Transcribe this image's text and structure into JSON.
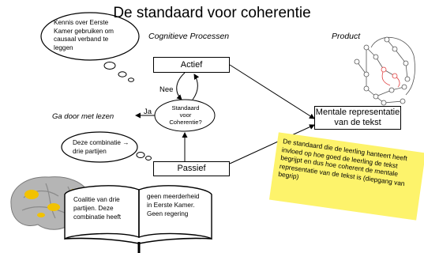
{
  "title": "De standaard voor coherentie",
  "headings": {
    "processes": "Cognitieve Processen",
    "product": "Product"
  },
  "thought_top": "Kennis over Eerste Kamer gebruiken om causaal verband te leggen",
  "thought_bottom": "Deze combinatie → drie partijen",
  "boxes": {
    "active": "Actief",
    "passive": "Passief",
    "mental": "Mentale representatie van de tekst"
  },
  "decision": "Standaard voor Coherentie?",
  "labels": {
    "nee": "Nee",
    "ja": "Ja",
    "ga_door": "Ga door met lezen"
  },
  "note": "De standaard die de leerling hanteert heeft invloed op hoe goed de leerling de tekst begrijpt en dus hoe coherent de mentale representatie van de tekst is (diepgang van begrip)",
  "book": {
    "left_page": "Coalitie van drie partijen. Deze combinatie heeft",
    "right_page": "geen meerderheid in Eerste Kamer. Geen regering"
  },
  "colors": {
    "sticky_note": "#fdf36b",
    "brain": "#b5b5b5",
    "brain_activation": "#f2c200",
    "network_red": "#e04040",
    "arrows": "#000000"
  }
}
